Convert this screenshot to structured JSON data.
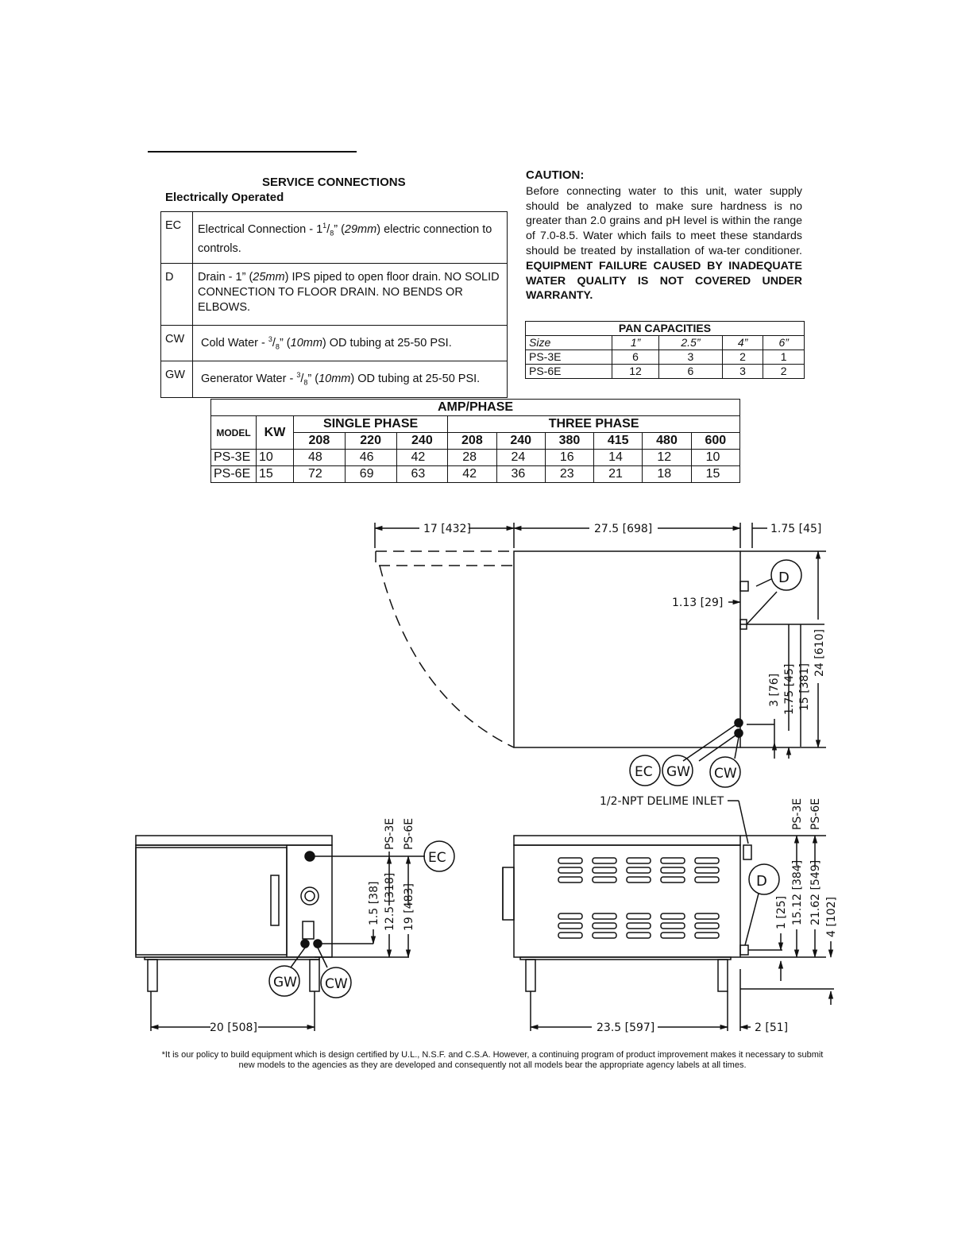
{
  "service": {
    "title": "SERVICE CONNECTIONS",
    "subtitle": "Electrically Operated",
    "rows": [
      {
        "code": "EC",
        "pre": "Electrical Connection - 1",
        "sup": "1",
        "sub": "8",
        "post": "” (",
        "metric": "29mm",
        "tail": ") electric connection to controls."
      },
      {
        "code": "D",
        "pre": "Drain - 1” (",
        "metric": "25mm",
        "tail": ") IPS piped to open floor drain. NO SOLID CONNECTION TO FLOOR DRAIN. NO BENDS OR ELBOWS."
      },
      {
        "code": "CW",
        "pre": "Cold Water - ",
        "sup": "3",
        "sub": "8",
        "post": "” (",
        "metric": "10mm",
        "tail": ") OD tubing at 25-50 PSI."
      },
      {
        "code": "GW",
        "pre": "Generator Water - ",
        "sup": "3",
        "sub": "8",
        "post": "” (",
        "metric": "10mm",
        "tail": ") OD tubing at 25-50 PSI."
      }
    ]
  },
  "caution": {
    "heading": "CAUTION:",
    "text": "Before connecting water to this unit, water supply should be analyzed to make sure hardness is no greater than 2.0 grains and pH level is within the range of 7.0-8.5. Water which fails to meet these standards should be treated by installation of wa-ter conditioner.",
    "bold": "EQUIPMENT FAILURE CAUSED BY INADEQUATE WATER QUALITY IS NOT COVERED UNDER WARRANTY."
  },
  "pan": {
    "title": "PAN CAPACITIES",
    "headers": [
      "Size",
      "1”",
      "2.5”",
      "4”",
      "6”"
    ],
    "rows": [
      [
        "PS-3E",
        "6",
        "3",
        "2",
        "1"
      ],
      [
        "PS-6E",
        "12",
        "6",
        "3",
        "2"
      ]
    ]
  },
  "amp": {
    "title": "AMP/PHASE",
    "model_label": "MODEL",
    "kw_label": "KW",
    "single_label": "SINGLE PHASE",
    "three_label": "THREE PHASE",
    "volts": [
      "208",
      "220",
      "240",
      "208",
      "240",
      "380",
      "415",
      "480",
      "600"
    ],
    "rows": [
      {
        "model": "PS-3E",
        "kw": "10",
        "values": [
          "48",
          "46",
          "42",
          "28",
          "24",
          "16",
          "14",
          "12",
          "10"
        ]
      },
      {
        "model": "PS-6E",
        "kw": "15",
        "values": [
          "72",
          "69",
          "63",
          "42",
          "36",
          "23",
          "21",
          "18",
          "15"
        ]
      }
    ]
  },
  "top_view": {
    "dim_depth_door": "17 [432]",
    "dim_width": "27.5 [698]",
    "dim_side": "1.75 [45]",
    "dim_drain_offset": "1.13 [29]",
    "dim_3": "3 [76]",
    "dim_175": "1.75 [45]",
    "dim_15": "15 [381]",
    "dim_24": "24 [610]",
    "callouts": [
      "D",
      "EC",
      "GW",
      "CW"
    ]
  },
  "front_view": {
    "dim_15": "1.5 [38]",
    "dim_125": "12.5 [318]",
    "dim_19": "19 [483]",
    "dim_20": "20 [508]",
    "model_a": "PS-3E",
    "model_b": "PS-6E",
    "callouts": [
      "EC",
      "GW",
      "CW"
    ]
  },
  "side_view": {
    "delime": "1/2-NPT DELIME INLET",
    "dim_1": "1 [25]",
    "dim_1512": "15.12 [384]",
    "dim_2162": "21.62 [549]",
    "dim_4": "4 [102]",
    "dim_235": "23.5 [597]",
    "dim_2": "2 [51]",
    "model_a": "PS-3E",
    "model_b": "PS-6E",
    "callouts": [
      "D"
    ]
  },
  "footnote": "*It is our policy to build equipment which is design certified by U.L., N.S.F. and C.S.A. However, a continuing program of product improvement makes it necessary to submit new models to the agencies as they are developed and consequently not all models bear the appropriate agency labels at all times."
}
